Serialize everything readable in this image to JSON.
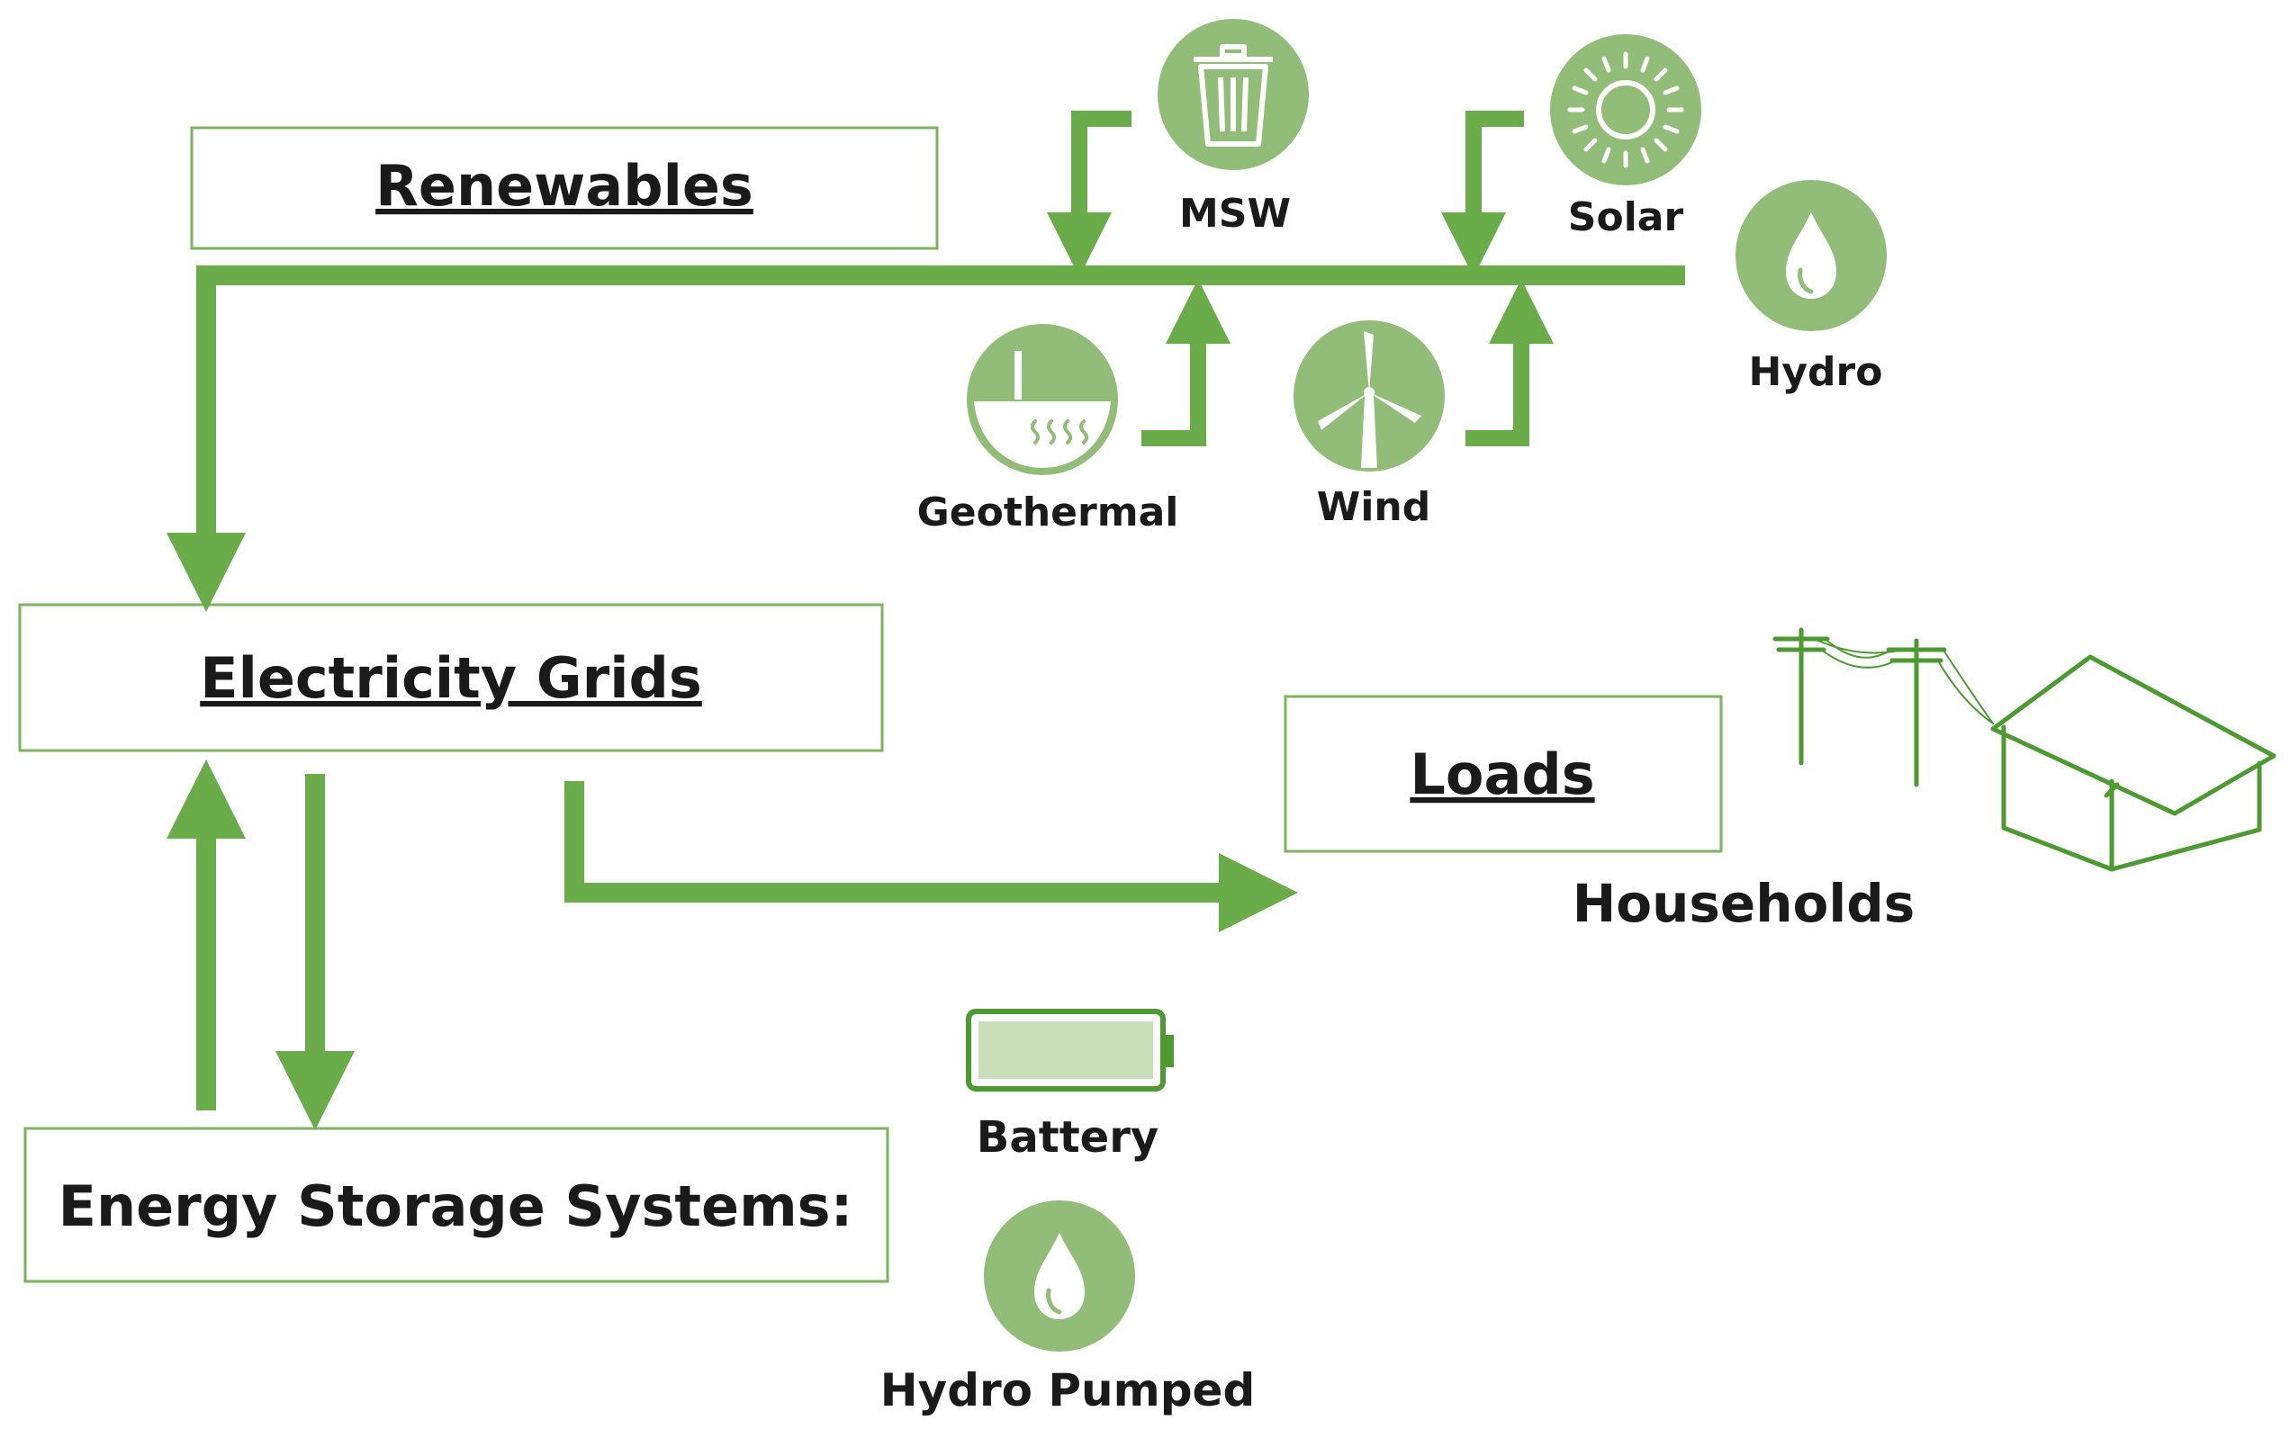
{
  "boxes": {
    "renewables": "Renewables",
    "electricity_grids": "Electricity Grids",
    "loads": "Loads",
    "energy_storage": "Energy Storage Systems:"
  },
  "sources": {
    "msw": "MSW",
    "solar": "Solar",
    "hydro": "Hydro",
    "geothermal": "Geothermal",
    "wind": "Wind"
  },
  "loads": {
    "households": "Households"
  },
  "storage": {
    "battery": "Battery",
    "hydro_pumped": "Hydro Pumped"
  },
  "colors": {
    "arrow": "#6aac4a",
    "icon_circle": "#91bd78",
    "box_border": "#7cb35e",
    "line_art": "#4d9a33",
    "battery_fill": "#c8dfb9"
  },
  "icons": {
    "msw": "trash-can-icon",
    "solar": "sun-icon",
    "hydro": "water-drop-icon",
    "geothermal": "geothermal-icon",
    "wind": "wind-turbine-icon",
    "battery": "battery-icon",
    "hydro_pumped": "water-drop-icon",
    "households": "house-with-power-lines-icon"
  }
}
